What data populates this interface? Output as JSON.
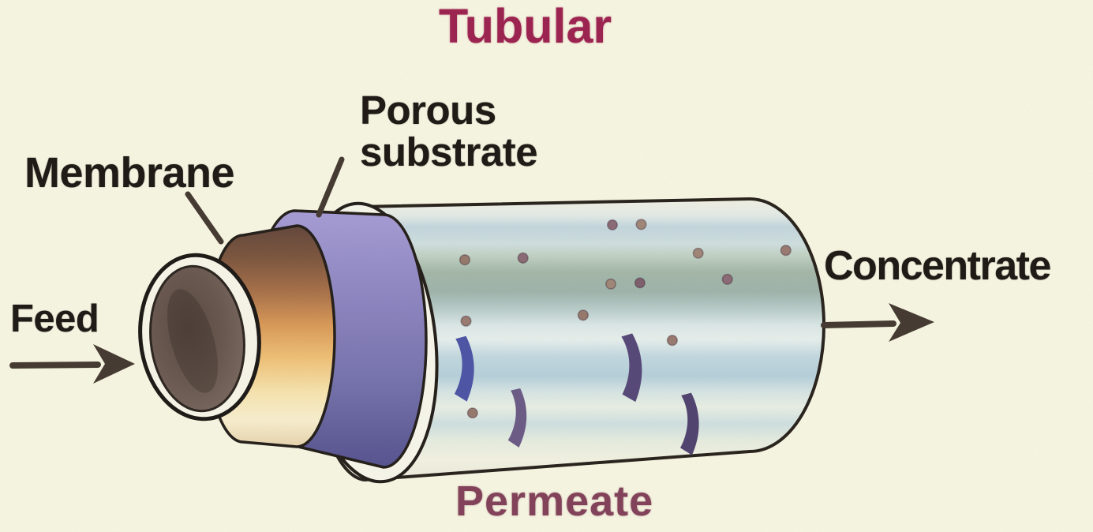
{
  "title": "Tubular",
  "labels": {
    "membrane": "Membrane",
    "porous_substrate_line1": "Porous",
    "porous_substrate_line2": "substrate",
    "feed": "Feed",
    "concentrate": "Concentrate",
    "permeate": "Permeate"
  },
  "colors": {
    "background": "#f7f6e2",
    "title_text": "#9b2450",
    "permeate_text": "#82435a",
    "label_text": "#201b17",
    "arrow": "#453a31",
    "membrane": "#e0a35e",
    "membrane_dark": "#6f4f41",
    "porous_substrate": "#837cba",
    "shell_band_blue": "#b9d0da",
    "shell_band_green": "#9fb3a8",
    "shell_white": "#f1f1e3",
    "perforation_dot": "#9a7a71",
    "flow_mark": "#4d55a6",
    "inner_bore": "#6e5d54"
  }
}
